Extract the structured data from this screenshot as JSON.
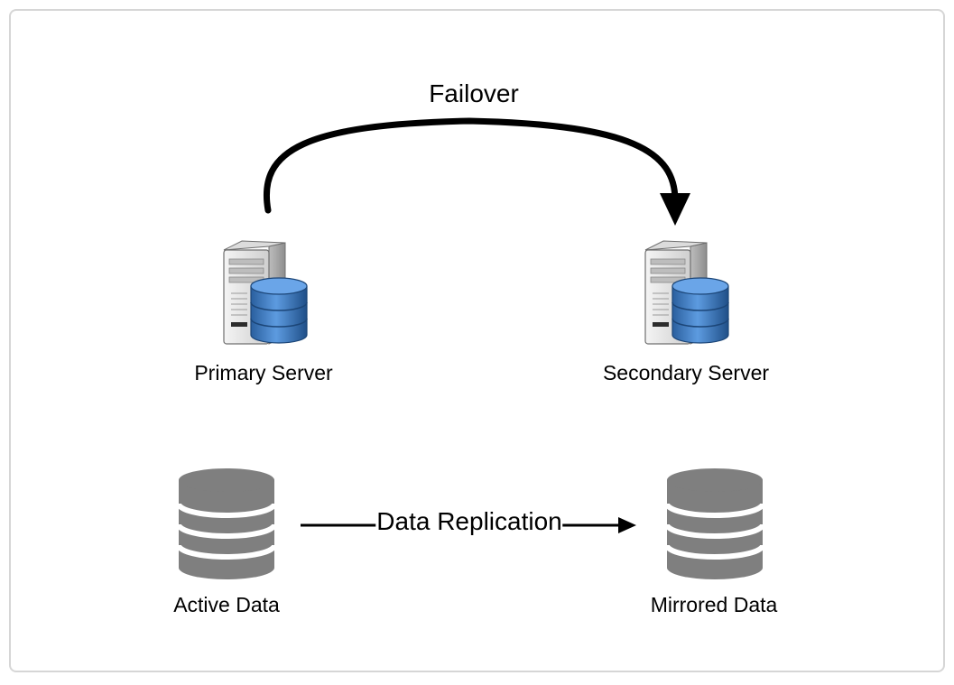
{
  "diagram": {
    "edges": {
      "failover_label": "Failover",
      "replication_label": "Data Replication"
    },
    "nodes": {
      "primary_server": {
        "label": "Primary Server",
        "icon": "server-database-icon"
      },
      "secondary_server": {
        "label": "Secondary Server",
        "icon": "server-database-icon"
      },
      "active_data": {
        "label": "Active Data",
        "icon": "database-icon"
      },
      "mirrored_data": {
        "label": "Mirrored Data",
        "icon": "database-icon"
      }
    },
    "colors": {
      "frame_border": "#d6d6d6",
      "database_gray": "#7f7f7f",
      "server_body": "#e6e6e6",
      "server_db_blue": "#2f6db5",
      "arrow": "#000000"
    }
  }
}
